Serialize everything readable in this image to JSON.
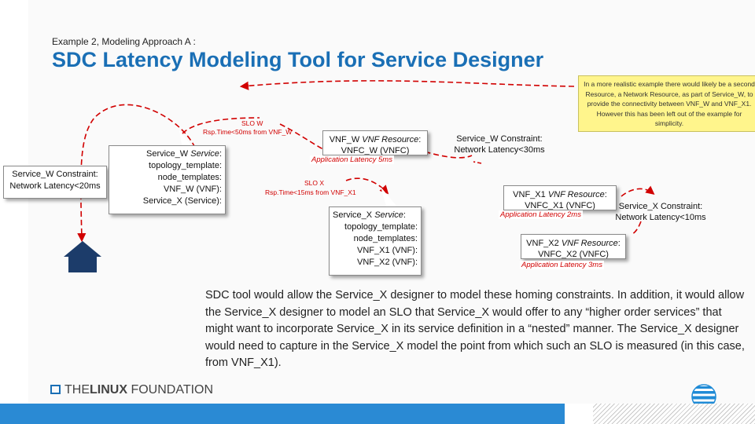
{
  "header": {
    "subtitle": "Example 2, Modeling Approach A :",
    "title": "SDC Latency Modeling Tool for Service Designer"
  },
  "callout": {
    "text": "In a more realistic example there would likely be a second Resource, a Network Resource, as part of Service_W, to provide the connectivity between VNF_W and VNF_X1. However this has been left out of the example for simplicity."
  },
  "diagram": {
    "service_w_constraint": {
      "line1": "Service_W Constraint:",
      "line2": "Network Latency<20ms"
    },
    "service_w_box": {
      "name": "Service_W ",
      "type": "Service",
      "colon": ":",
      "lines": [
        "topology_template:",
        "node_templates:",
        "VNF_W (VNF):",
        "Service_X (Service):"
      ]
    },
    "slo_w": {
      "label": "SLO W",
      "detail": "Rsp.Time<50ms from VNF_W"
    },
    "vnf_w_box": {
      "name": "VNF_W ",
      "type": "VNF Resource",
      "colon": ":",
      "sub": "VNFC_W (VNFC)",
      "latency": "Application Latency 5ms"
    },
    "service_w_constraint2": {
      "line1": "Service_W Constraint:",
      "line2": "Network Latency<30ms"
    },
    "slo_x": {
      "label": "SLO X",
      "detail": "Rsp.Time<15ms from VNF_X1"
    },
    "service_x_box": {
      "name": "Service_X ",
      "type": "Service",
      "colon": ":",
      "lines": [
        "topology_template:",
        "node_templates:",
        "VNF_X1 (VNF):",
        "VNF_X2 (VNF):"
      ]
    },
    "vnf_x1_box": {
      "name": "VNF_X1 ",
      "type": "VNF Resource",
      "colon": ":",
      "sub": "VNFC_X1 (VNFC)",
      "latency": "Application Latency 2ms"
    },
    "service_x_constraint": {
      "line1": "Service_X Constraint:",
      "line2": "Network Latency<10ms"
    },
    "vnf_x2_box": {
      "name": "VNF_X2 ",
      "type": "VNF Resource",
      "colon": ":",
      "sub": "VNFC_X2 (VNFC)",
      "latency": "Application Latency 3ms"
    }
  },
  "paragraph": "SDC tool would allow the Service_X designer to model these homing constraints. In addition, it would allow the Service_X designer to model an SLO that Service_X would offer to any “higher order services” that might want to incorporate Service_X in its service definition in a “nested” manner. The Service_X designer would need to capture in the Service_X model the point from which such an SLO is measured (in this case, from VNF_X1).",
  "footer": {
    "logo_prefix": "THE",
    "logo_bold": "LINUX",
    "logo_suffix": " FOUNDATION",
    "brand_color": "#1a6fb5",
    "bar_color": "#2a8ad4"
  },
  "colors": {
    "title": "#1a6fb5",
    "arrow": "#d10000",
    "callout": "#fff58c"
  }
}
